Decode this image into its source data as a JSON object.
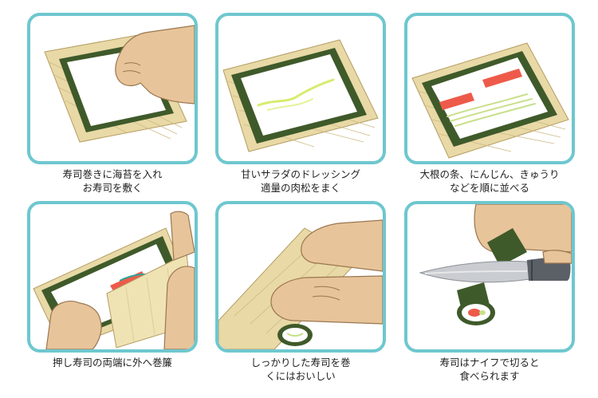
{
  "steps": [
    {
      "id": 1,
      "caption": [
        "寿司巻きに海苔を入れ",
        "お寿司を敷く"
      ]
    },
    {
      "id": 2,
      "caption": [
        "甘いサラダのドレッシング",
        "適量の肉松をまく"
      ]
    },
    {
      "id": 3,
      "caption": [
        "大根の条、にんじん、きゅうり",
        "などを順に並べる"
      ]
    },
    {
      "id": 4,
      "caption": [
        "押し寿司の両端に外へ巻簾"
      ]
    },
    {
      "id": 5,
      "caption": [
        "しっかりした寿司を巻",
        "くにはおいしい"
      ]
    },
    {
      "id": 6,
      "caption": [
        "寿司はナイフで切ると",
        "食べられます"
      ]
    }
  ],
  "colors": {
    "panel_border": "#6ec7cf",
    "bamboo_mat": "#e8d9a6",
    "nori": "#3f5a2a",
    "rice": "#ffffff",
    "skin": "#e8c49a",
    "salmon": "#ee5a4a",
    "cucumber": "#c8e08a",
    "dressing": "#d6ec6e",
    "knife_blade": "#c9ccd0",
    "knife_handle": "#5b5f66"
  }
}
